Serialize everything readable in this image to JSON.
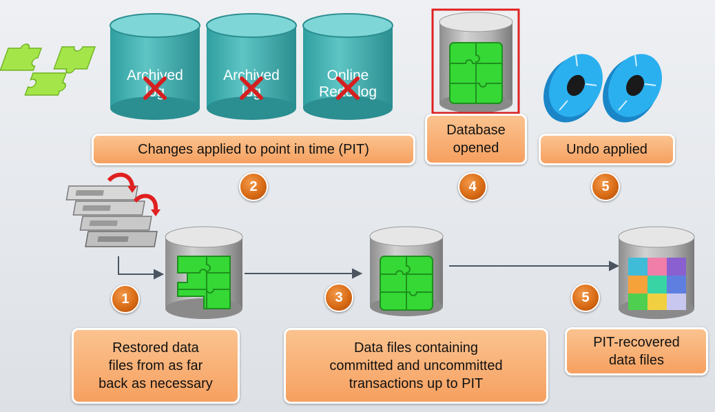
{
  "logs": [
    {
      "line1": "Archived",
      "line2": "log"
    },
    {
      "line1": "Archived",
      "line2": "log"
    },
    {
      "line1": "Online",
      "line2": "Redo log"
    }
  ],
  "labels": {
    "changes": "Changes applied to point in time (PIT)",
    "db_opened_1": "Database",
    "db_opened_2": "opened",
    "undo": "Undo applied",
    "restored_1": "Restored data",
    "restored_2": "files from as far",
    "restored_3": "back as necessary",
    "datafiles_1": "Data files containing",
    "datafiles_2": "committed and uncommitted",
    "datafiles_3": "transactions up to PIT",
    "pit_1": "PIT-recovered",
    "pit_2": "data files"
  },
  "steps": {
    "step1": "1",
    "step2": "2",
    "step3": "3",
    "step4": "4",
    "step5a": "5",
    "step5b": "5"
  },
  "icons": [
    "puzzle-pieces-icon",
    "archived-log-cylinder-icon",
    "online-redo-log-cylinder-icon",
    "database-icon",
    "undo-disc-icon",
    "tape-backup-icon",
    "red-x-icon"
  ],
  "colors": {
    "accent_orange": "#f6a060",
    "badge_orange": "#d96b15",
    "log_teal": "#5ec4c4",
    "puzzle_green": "#33dd33",
    "highlight_red": "#e02020",
    "disc_blue": "#22aaee"
  }
}
